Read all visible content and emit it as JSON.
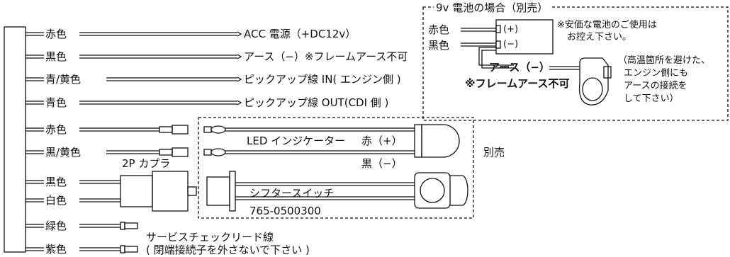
{
  "wires": [
    {
      "color": "赤色",
      "target": "ACC 電源（+DC12v）"
    },
    {
      "color": "黒色",
      "target": "アース（−）※フレームアース不可"
    },
    {
      "color": "青/黄色",
      "target": "ピックアップ線 IN( エンジン側 )"
    },
    {
      "color": "青色",
      "target": "ピックアップ線 OUT(CDI 側 )"
    },
    {
      "color": "赤色",
      "target": ""
    },
    {
      "color": "黒/黄色",
      "target": ""
    },
    {
      "color": "黒色",
      "target": ""
    },
    {
      "color": "白色",
      "target": ""
    },
    {
      "color": "緑色",
      "target": ""
    },
    {
      "color": "紫色",
      "target": ""
    }
  ],
  "coupler": {
    "label": "2P カプラ"
  },
  "led": {
    "label": "LED インジケーター",
    "red": "赤（+）",
    "black": "黒（−）"
  },
  "sold_separately": "別売",
  "shifter": {
    "label": "シフタースイッチ",
    "part_no": "765-0500300"
  },
  "service": {
    "line1": "サービスチェックリード線",
    "line2": "( 閉端接続子を外さないで下さい )"
  },
  "battery": {
    "title": "9v 電池の場合（別売）",
    "red": "赤色",
    "black": "黒色",
    "plus": "(+)",
    "minus": "(−)",
    "note": [
      "※安価な電池のご使用は",
      "お控え下さい。"
    ],
    "earth": "アース（−）",
    "earth_note": "※フレームアース不可",
    "engine_note": [
      "（高温箇所を避けた、",
      "エンジン側にも",
      "アースの接続を",
      "して下さい）"
    ]
  }
}
